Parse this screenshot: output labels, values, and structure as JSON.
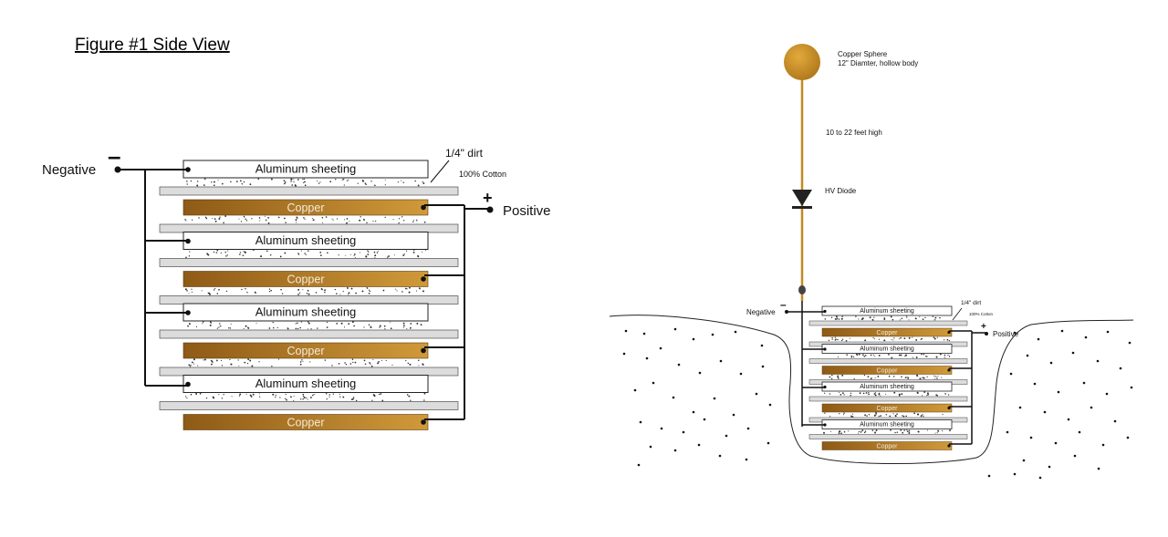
{
  "figure_title": "Figure #1 Side View",
  "side_view": {
    "negative_label": "Negative",
    "positive_label": "Positive",
    "minus_sign": "–",
    "plus_sign": "+",
    "dirt_label": "1/4\" dirt",
    "cotton_label": "100% Cotton",
    "aluminum_label": "Aluminum sheeting",
    "copper_label": "Copper"
  },
  "ground_view": {
    "sphere_label_line1": "Copper Sphere",
    "sphere_label_line2": "12\" Diamter, hollow body",
    "height_label": "10 to 22 feet high",
    "diode_label": "HV Diode",
    "negative_label": "Negative",
    "positive_label": "Positive",
    "minus_sign": "–",
    "plus_sign": "+",
    "dirt_label": "1/4\" dirt",
    "cotton_label": "100% Cotton",
    "aluminum_label": "Aluminum sheeting",
    "copper_label": "Copper"
  },
  "colors": {
    "copper_dark": "#8e5a16",
    "copper_light": "#d09a3a",
    "sphere": "#c88e22",
    "cotton_fill": "#dcdcdc",
    "wire": "#111111"
  }
}
